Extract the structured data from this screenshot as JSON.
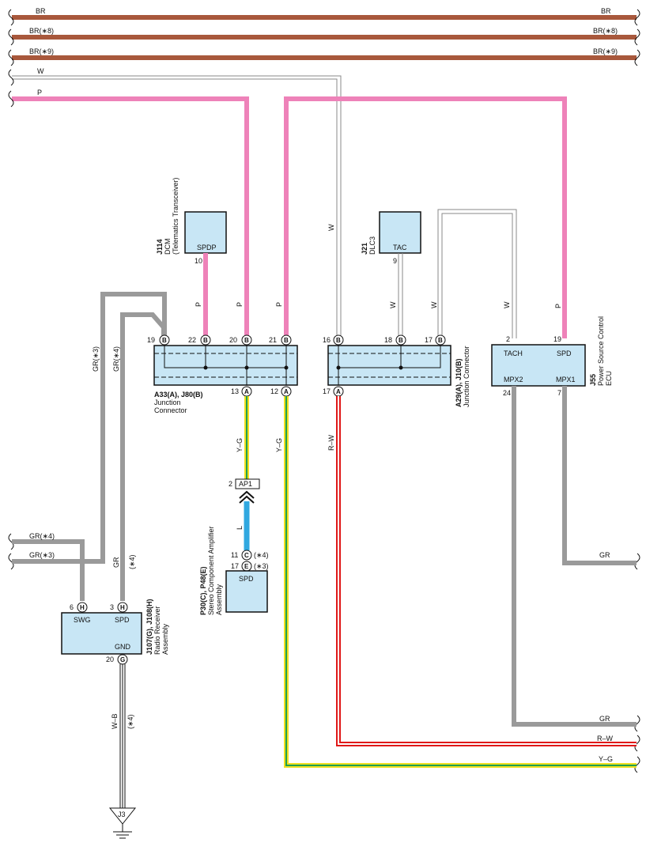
{
  "colors": {
    "BR": "#a8583c",
    "P": "#ee82b9",
    "W": "#9a9a9a",
    "GR": "#9a9a9a",
    "L": "#30a8e0",
    "R": "#e01818",
    "Y": "#f0e020",
    "G": "#20a050",
    "box": "#c8e6f5"
  },
  "wires": {
    "br": "BR",
    "br8": "BR(∗8)",
    "br9": "BR(∗9)",
    "w": "W",
    "p": "P",
    "gr": "GR",
    "gr3": "GR(∗3)",
    "gr4": "GR(∗4)",
    "yg": "Y–G",
    "rw": "R–W",
    "l": "L",
    "wb": "W–B",
    "n4": "(∗4)"
  },
  "components": {
    "j114": {
      "id": "J114",
      "name": "DCM",
      "desc": "(Telematics Transceiver)",
      "terminal": "SPDP",
      "pin": "10"
    },
    "j21": {
      "id": "J21",
      "name": "DLC3",
      "terminal": "TAC",
      "pin": "9"
    },
    "a33": {
      "id": "A33(A), J80(B)",
      "line1": "Junction",
      "line2": "Connector",
      "top_pins": [
        "19",
        "22",
        "20",
        "21"
      ],
      "bottom_pins": [
        "13",
        "12"
      ],
      "top_letter": "B",
      "bottom_letter": "A"
    },
    "a29": {
      "id": "A29(A), J10(B)",
      "name": "Junction Connector",
      "top_pins": [
        "16",
        "18",
        "17"
      ],
      "bottom_pin": "17",
      "top_letter": "B",
      "bottom_letter": "A"
    },
    "j55": {
      "id": "J55",
      "line1": "Power Source Control",
      "line2": "ECU",
      "tach": "TACH",
      "spd": "SPD",
      "mpx2": "MPX2",
      "mpx1": "MPX1",
      "pin_tach": "2",
      "pin_spd": "19",
      "pin_mpx2": "24",
      "pin_mpx1": "7"
    },
    "ap1": {
      "id": "AP1",
      "pin": "2"
    },
    "p30": {
      "id": "P30(C), P48(E)",
      "line1": "Stereo Component Amplifier",
      "line2": "Assembly",
      "terminal": "SPD",
      "pin1": "11",
      "letter1": "C",
      "note1": "(∗4)",
      "pin2": "17",
      "letter2": "E",
      "note2": "(∗3)"
    },
    "j107": {
      "id": "J107(G), J108(H)",
      "line1": "Radio Receiver",
      "line2": "Assembly",
      "swg": "SWG",
      "spd": "SPD",
      "gnd": "GND",
      "pin_swg": "6",
      "pin_spd": "3",
      "pin_gnd": "20",
      "letter_h": "H",
      "letter_g": "G"
    },
    "j3": {
      "id": "J3"
    }
  }
}
